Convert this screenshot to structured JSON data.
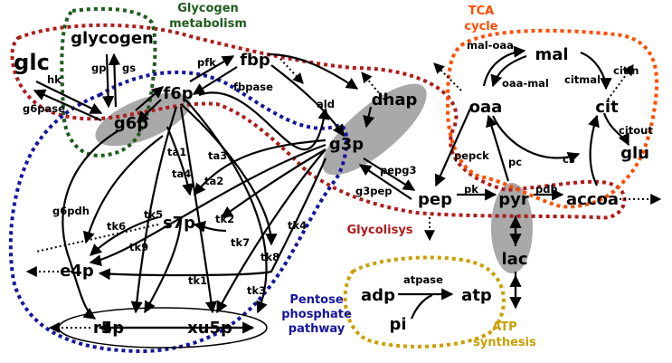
{
  "pathway_labels": {
    "glycogen_metabolism": [
      "Glycogen",
      "metabolism"
    ],
    "tca_cycle": [
      "TCA",
      "cycle"
    ],
    "glycolysis": "Glycolisys",
    "pentose_phosphate": [
      "Pentose",
      "phosphate",
      "pathway"
    ],
    "atp_synthesis": [
      "ATP",
      "synthesis"
    ]
  },
  "metabolites": {
    "glc": "glc",
    "glycogen": "glycogen",
    "g6p": "g6p",
    "f6p": "f6p",
    "fbp": "fbp",
    "dhap": "dhap",
    "g3p": "g3p",
    "pep": "pep",
    "pyr": "pyr",
    "lac": "lac",
    "accoa": "accoa",
    "oaa": "oaa",
    "mal": "mal",
    "cit": "cit",
    "glu": "glu",
    "s7p": "s7p",
    "e4p": "e4p",
    "r5p": "r5p",
    "xu5p": "xu5p",
    "adp": "adp",
    "atp": "atp",
    "pi": "pi"
  },
  "enzymes": {
    "hk": "hk",
    "g6pase": "g6pase",
    "gp": "gp",
    "gs": "gs",
    "pfk": "pfk",
    "fbpase": "fbpase",
    "ald": "ald",
    "pepg3": "pepg3",
    "g3pep": "g3pep",
    "pepck": "pepck",
    "pk": "pk",
    "pdh": "pdh",
    "pc": "pc",
    "cs": "cs",
    "mal_oaa": "mal-oaa",
    "oaa_mal": "oaa-mal",
    "citmal": "citmal",
    "citin": "citin",
    "citout": "citout",
    "atpase": "atpase",
    "g6pdh": "g6pdh",
    "ta1": "ta1",
    "ta2": "ta2",
    "ta3": "ta3",
    "ta4": "ta4",
    "tk1": "tk1",
    "tk2": "tk2",
    "tk3": "tk3",
    "tk4": "tk4",
    "tk5": "tk5",
    "tk6": "tk6",
    "tk7": "tk7",
    "tk8": "tk8",
    "tk9": "tk9"
  },
  "colors": {
    "glycogen": "#1f5c1f",
    "tca": "#ff4d00",
    "glycolysis": "#b01c1c",
    "pentose": "#1414a0",
    "atp": "#c9a000",
    "highlight": "#a9a9a9"
  }
}
